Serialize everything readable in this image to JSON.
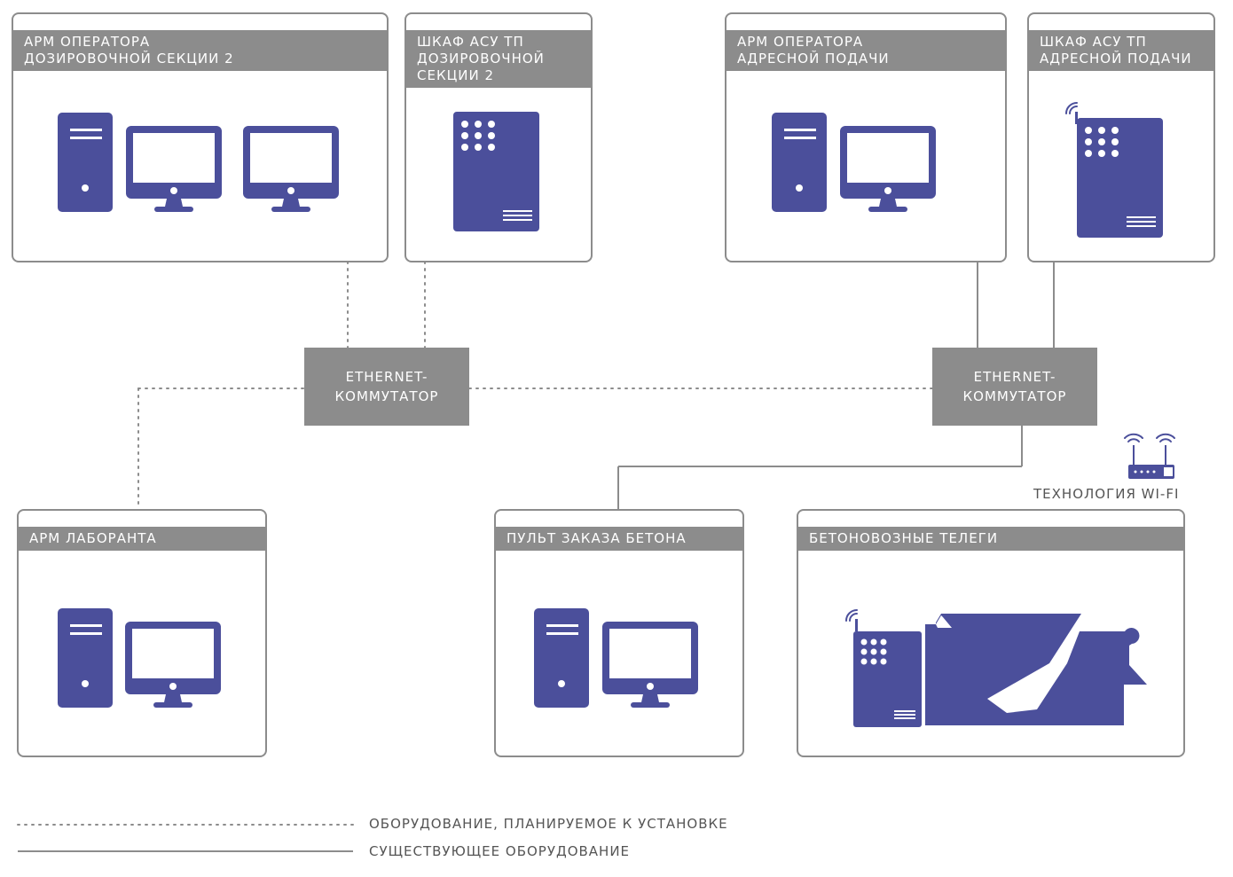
{
  "colors": {
    "device": "#4b4f9b",
    "box_border": "#8c8c8c",
    "header_bg": "#8c8c8c",
    "text": "#555555"
  },
  "boxes": {
    "dosing_operator": {
      "title_line1": "АРМ ОПЕРАТОРА",
      "title_line2": "ДОЗИРОВОЧНОЙ  СЕКЦИИ 2"
    },
    "dosing_cabinet": {
      "title_line1": "ШКАФ АСУ ТП",
      "title_line2": "ДОЗИРОВОЧНОЙ",
      "title_line3": "СЕКЦИИ 2"
    },
    "address_operator": {
      "title_line1": "АРМ ОПЕРАТОРА",
      "title_line2": "АДРЕСНОЙ ПОДАЧИ"
    },
    "address_cabinet": {
      "title_line1": "ШКАФ АСУ ТП",
      "title_line2": "АДРЕСНОЙ ПОДАЧИ"
    },
    "lab": {
      "title_line1": "АРМ ЛАБОРАНТА"
    },
    "order_console": {
      "title_line1": "ПУЛЬТ ЗАКАЗА БЕТОНА"
    },
    "carts": {
      "title_line1": "БЕТОНОВОЗНЫЕ ТЕЛЕГИ"
    }
  },
  "switches": {
    "left": {
      "line1": "ETHERNET-",
      "line2": "КОММУТАТОР"
    },
    "right": {
      "line1": "ETHERNET-",
      "line2": "КОММУТАТОР"
    }
  },
  "wifi": {
    "label": "ТЕХНОЛОГИЯ WI-FI",
    "icon": "wifi-router-icon"
  },
  "legend": {
    "planned": "ОБОРУДОВАНИЕ, ПЛАНИРУЕМОЕ К УСТАНОВКЕ",
    "existing": "СУЩЕСТВУЮЩЕЕ ОБОРУДОВАНИЕ"
  }
}
